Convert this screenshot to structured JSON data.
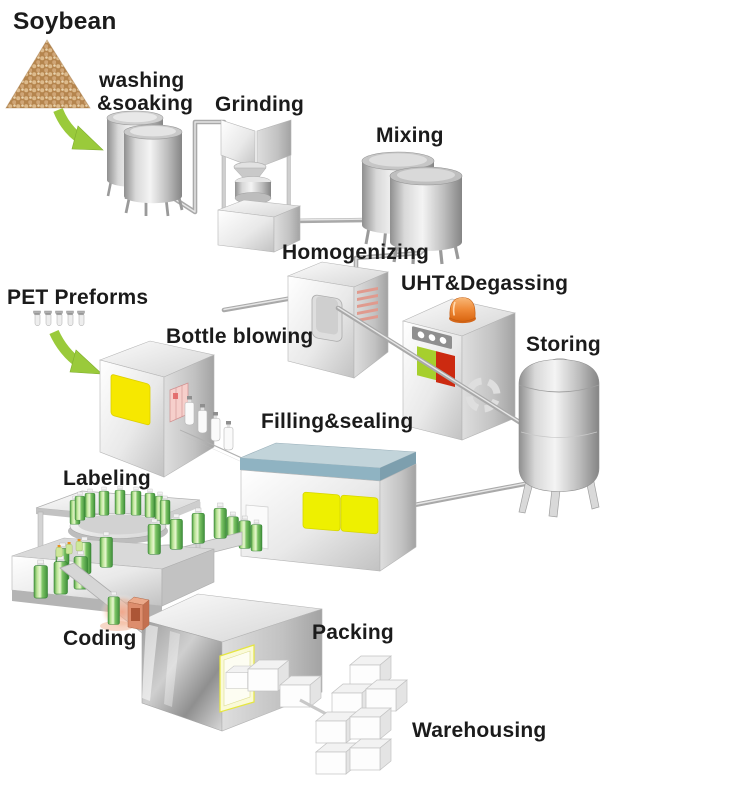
{
  "diagram": {
    "type": "production-process-flow",
    "stages": [
      {
        "name": "soybean",
        "label": "Soybean"
      },
      {
        "name": "washing-soaking",
        "label": "washing &soaking",
        "line1": "washing",
        "line2": "&soaking"
      },
      {
        "name": "grinding",
        "label": "Grinding"
      },
      {
        "name": "mixing",
        "label": "Mixing"
      },
      {
        "name": "homogenizing",
        "label": "Homogenizing"
      },
      {
        "name": "uht-degassing",
        "label": "UHT&Degassing"
      },
      {
        "name": "storing",
        "label": "Storing"
      },
      {
        "name": "pet-preforms",
        "label": "PET Preforms"
      },
      {
        "name": "bottle-blowing",
        "label": "Bottle blowing"
      },
      {
        "name": "filling-sealing",
        "label": "Filling&sealing"
      },
      {
        "name": "labeling",
        "label": "Labeling"
      },
      {
        "name": "coding",
        "label": "Coding"
      },
      {
        "name": "packing",
        "label": "Packing"
      },
      {
        "name": "warehousing",
        "label": "Warehousing"
      }
    ],
    "main_flow": [
      "Soybean",
      "washing &soaking",
      "Grinding",
      "Mixing",
      "Homogenizing",
      "UHT&Degassing",
      "Storing",
      "Filling&sealing",
      "Labeling",
      "Coding",
      "Packing",
      "Warehousing"
    ],
    "secondary_flow": [
      "PET Preforms",
      "Bottle blowing",
      "Filling&sealing"
    ],
    "colors": {
      "arrow_green": "#9aca3b",
      "window_yellow": "#f6e800",
      "filling_top_blue": "#8fb3c2",
      "uht_panel_green": "#a6cf2d",
      "uht_panel_red": "#cc2a10",
      "lamp_orange": "#ef8a38",
      "bottle_green": "#6fbf5f",
      "bean_tan": "#c9a06c",
      "coding_glow_pink": "#f4a284",
      "steel_gray": "#c4c4c4",
      "text_black": "#1b1b1b"
    }
  }
}
